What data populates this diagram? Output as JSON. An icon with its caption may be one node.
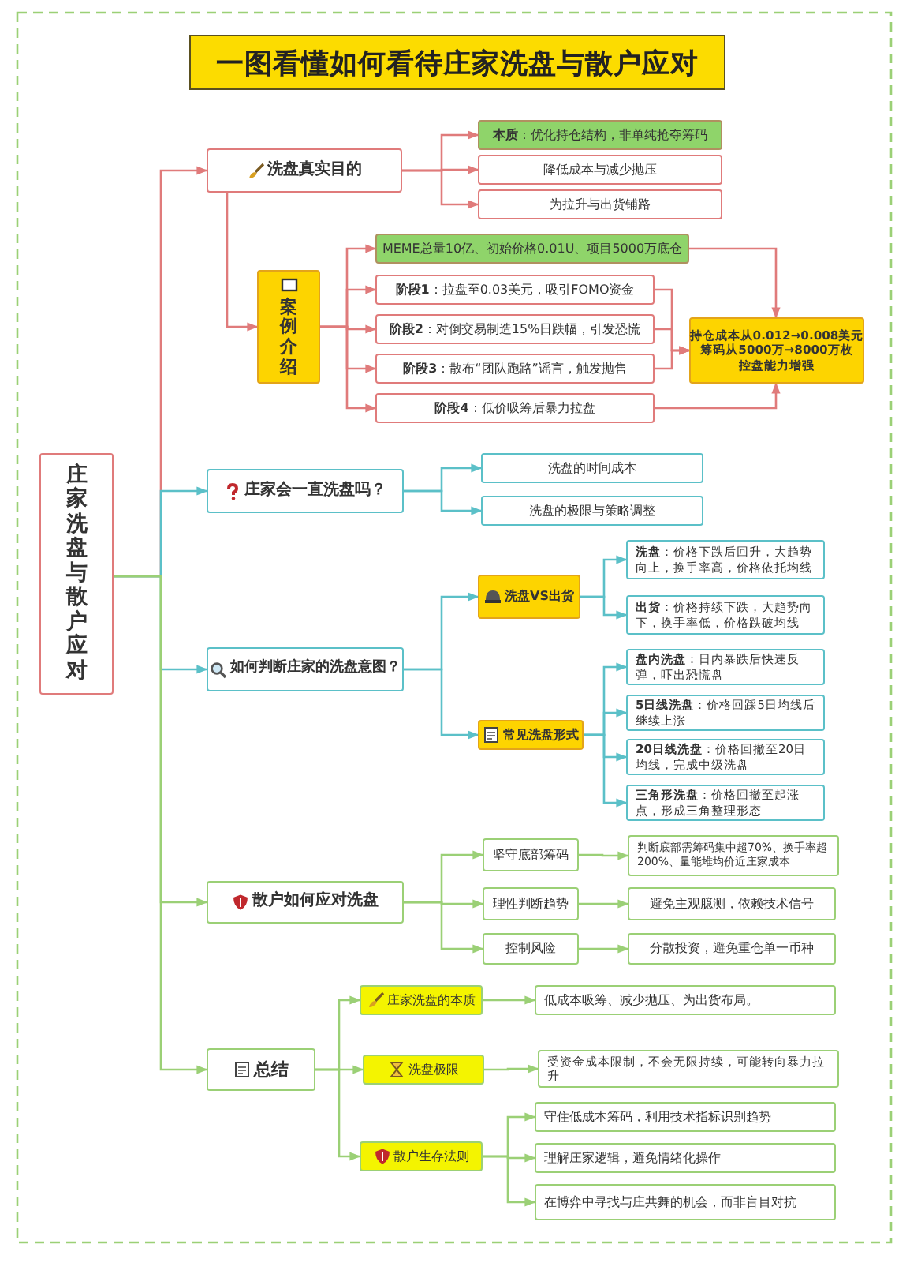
{
  "diagram": {
    "title": "一图看懂如何看待庄家洗盘与散户应对",
    "nodes": [
      {
        "text": [
          "庄家洗盘与散户应对"
        ]
      },
      {
        "text": [
          "洗盘真实目的"
        ]
      },
      {
        "text": [
          "**本质**：优化持仓结构，非单纯抢夺筹码"
        ]
      },
      {
        "text": [
          "降低成本与减少抛压"
        ]
      },
      {
        "text": [
          "为拉升与出货铺路"
        ]
      },
      {
        "text": [
          "案例介绍"
        ]
      },
      {
        "text": [
          "MEME总量10亿、初始价格0.01U、项目5000万底仓"
        ]
      },
      {
        "text": [
          "**阶段1**：拉盘至0.03美元，吸引FOMO资金"
        ]
      },
      {
        "text": [
          "**阶段2**：对倒交易制造15%日跌幅，引发恐慌"
        ]
      },
      {
        "text": [
          "**阶段3**：散布“团队跑路”谣言，触发抛售"
        ]
      },
      {
        "text": [
          "**阶段4**：低价吸筹后暴力拉盘"
        ]
      },
      {
        "text": [
          "持仓成本从0.012→0.008美元",
          "筹码从5000万→8000万枚",
          "控盘能力增强"
        ]
      },
      {
        "text": [
          "庄家会一直洗盘吗？"
        ]
      },
      {
        "text": [
          "洗盘的时间成本"
        ]
      },
      {
        "text": [
          "洗盘的极限与策略调整"
        ]
      },
      {
        "text": [
          "如何判断庄家的洗盘意图？"
        ]
      },
      {
        "text": [
          "洗盘VS出货"
        ]
      },
      {
        "text": [
          "**洗盘**：价格下跌后回升，大趋势向上，换手率高，价格依托均线"
        ]
      },
      {
        "text": [
          "**出货**：价格持续下跌，大趋势向下，换手率低，价格跌破均线"
        ]
      },
      {
        "text": [
          "常见洗盘形式"
        ]
      },
      {
        "text": [
          "**盘内洗盘**：日内暴跌后快速反弹，吓出恐慌盘"
        ]
      },
      {
        "text": [
          "**5日线洗盘**：价格回踩5日均线后继续上涨"
        ]
      },
      {
        "text": [
          "**20日线洗盘**：价格回撤至20日均线，完成中级洗盘"
        ]
      },
      {
        "text": [
          "**三角形洗盘**：价格回撤至起涨点，形成三角整理形态"
        ]
      },
      {
        "text": [
          "散户如何应对洗盘"
        ]
      },
      {
        "text": [
          "坚守底部筹码"
        ]
      },
      {
        "text": [
          "判断底部需筹码集中超70%、换手率超200%、量能堆均价近庄家成本"
        ]
      },
      {
        "text": [
          "理性判断趋势"
        ]
      },
      {
        "text": [
          "避免主观臆测，依赖技术信号"
        ]
      },
      {
        "text": [
          "控制风险"
        ]
      },
      {
        "text": [
          "分散投资，避免重仓单一币种"
        ]
      },
      {
        "text": [
          "总结"
        ]
      },
      {
        "text": [
          "庄家洗盘的本质"
        ]
      },
      {
        "text": [
          "低成本吸筹、减少抛压、为出货布局。"
        ]
      },
      {
        "text": [
          "洗盘极限"
        ]
      },
      {
        "text": [
          "受资金成本限制，不会无限持续，可能转向暴力拉升"
        ]
      },
      {
        "text": [
          "散户生存法则"
        ]
      },
      {
        "text": [
          "守住低成本筹码，利用技术指标识别趋势"
        ]
      },
      {
        "text": [
          "理解庄家逻辑，避免情绪化操作"
        ]
      },
      {
        "text": [
          "在博弈中寻找与庄共舞的机会，而非盲目对抗"
        ]
      }
    ],
    "edges": [
      {
        "from": 0,
        "to": 1,
        "arrow": "to",
        "color": "#e07b7b"
      },
      {
        "from": 1,
        "to": 2,
        "arrow": "to",
        "color": "#e07b7b"
      },
      {
        "from": 1,
        "to": 3,
        "arrow": "to",
        "color": "#e07b7b"
      },
      {
        "from": 1,
        "to": 4,
        "arrow": "to",
        "color": "#e07b7b"
      },
      {
        "from": 1,
        "to": 5,
        "arrow": "to",
        "color": "#e07b7b"
      },
      {
        "from": 5,
        "to": 6,
        "arrow": "to",
        "color": "#e07b7b"
      },
      {
        "from": 5,
        "to": 7,
        "arrow": "to",
        "color": "#e07b7b"
      },
      {
        "from": 5,
        "to": 8,
        "arrow": "to",
        "color": "#e07b7b"
      },
      {
        "from": 5,
        "to": 9,
        "arrow": "to",
        "color": "#e07b7b"
      },
      {
        "from": 5,
        "to": 10,
        "arrow": "to",
        "color": "#e07b7b"
      },
      {
        "from": 6,
        "to": 11,
        "arrow": "to",
        "color": "#e07b7b"
      },
      {
        "from": 7,
        "to": 11,
        "arrow": "to",
        "color": "#e07b7b"
      },
      {
        "from": 8,
        "to": 11,
        "arrow": "to",
        "color": "#e07b7b"
      },
      {
        "from": 9,
        "to": 11,
        "arrow": "to",
        "color": "#e07b7b"
      },
      {
        "from": 10,
        "to": 11,
        "arrow": "to",
        "color": "#e07b7b"
      },
      {
        "from": 0,
        "to": 12,
        "arrow": "to",
        "color": "#5bc0c8"
      },
      {
        "from": 12,
        "to": 13,
        "arrow": "to",
        "color": "#5bc0c8"
      },
      {
        "from": 12,
        "to": 14,
        "arrow": "to",
        "color": "#5bc0c8"
      },
      {
        "from": 0,
        "to": 15,
        "arrow": "to",
        "color": "#5bc0c8"
      },
      {
        "from": 15,
        "to": 16,
        "arrow": "to",
        "color": "#5bc0c8"
      },
      {
        "from": 15,
        "to": 19,
        "arrow": "to",
        "color": "#5bc0c8"
      },
      {
        "from": 16,
        "to": 17,
        "arrow": "to",
        "color": "#5bc0c8"
      },
      {
        "from": 16,
        "to": 18,
        "arrow": "to",
        "color": "#5bc0c8"
      },
      {
        "from": 19,
        "to": 20,
        "arrow": "to",
        "color": "#5bc0c8"
      },
      {
        "from": 19,
        "to": 21,
        "arrow": "to",
        "color": "#5bc0c8"
      },
      {
        "from": 19,
        "to": 22,
        "arrow": "to",
        "color": "#5bc0c8"
      },
      {
        "from": 19,
        "to": 23,
        "arrow": "to",
        "color": "#5bc0c8"
      },
      {
        "from": 0,
        "to": 24,
        "arrow": "to",
        "color": "#9bd076"
      },
      {
        "from": 24,
        "to": 25,
        "arrow": "to",
        "color": "#9bd076"
      },
      {
        "from": 24,
        "to": 27,
        "arrow": "to",
        "color": "#9bd076"
      },
      {
        "from": 24,
        "to": 29,
        "arrow": "to",
        "color": "#9bd076"
      },
      {
        "from": 25,
        "to": 26,
        "arrow": "to",
        "color": "#9bd076"
      },
      {
        "from": 27,
        "to": 28,
        "arrow": "to",
        "color": "#9bd076"
      },
      {
        "from": 29,
        "to": 30,
        "arrow": "to",
        "color": "#9bd076"
      },
      {
        "from": 0,
        "to": 31,
        "arrow": "to",
        "color": "#9bd076"
      },
      {
        "from": 31,
        "to": 32,
        "arrow": "to",
        "color": "#9bd076"
      },
      {
        "from": 31,
        "to": 34,
        "arrow": "to",
        "color": "#9bd076"
      },
      {
        "from": 31,
        "to": 36,
        "arrow": "to",
        "color": "#9bd076"
      },
      {
        "from": 32,
        "to": 33,
        "arrow": "to",
        "color": "#9bd076"
      },
      {
        "from": 34,
        "to": 35,
        "arrow": "to",
        "color": "#9bd076"
      },
      {
        "from": 36,
        "to": 37,
        "arrow": "to",
        "color": "#9bd076"
      },
      {
        "from": 36,
        "to": 38,
        "arrow": "to",
        "color": "#9bd076"
      },
      {
        "from": 36,
        "to": 39,
        "arrow": "to",
        "color": "#9bd076"
      }
    ]
  }
}
